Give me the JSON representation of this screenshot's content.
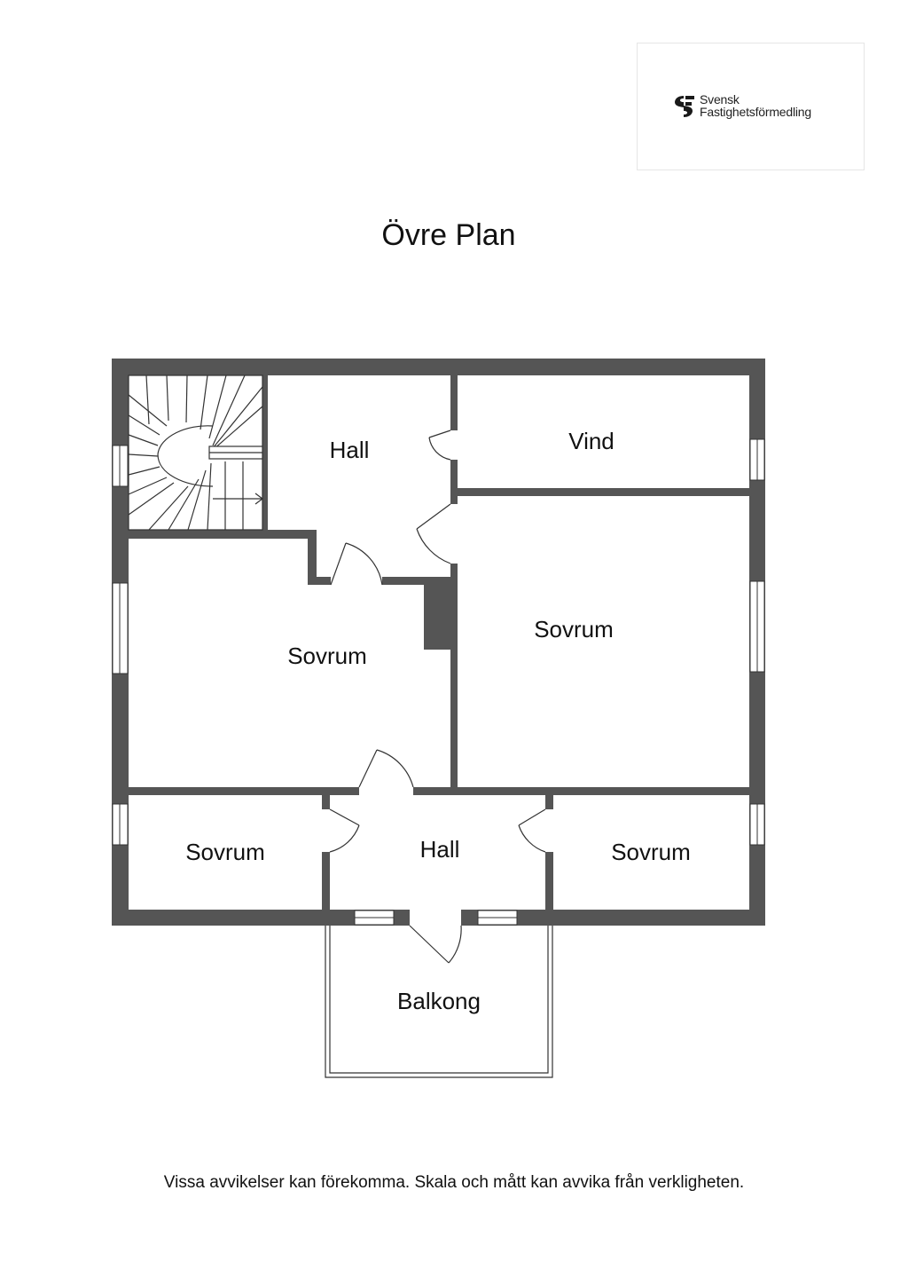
{
  "logo": {
    "line1": "Svensk",
    "line2": "Fastighetsförmedling"
  },
  "plan_title": "Övre Plan",
  "rooms": {
    "hall_upper": "Hall",
    "vind": "Vind",
    "sovrum_left": "Sovrum",
    "sovrum_right": "Sovrum",
    "sovrum_bottom_left": "Sovrum",
    "hall_lower": "Hall",
    "sovrum_bottom_right": "Sovrum",
    "balkong": "Balkong"
  },
  "disclaimer": "Vissa avvikelser kan förekomma. Skala och mått kan avvika från verkligheten.",
  "colors": {
    "wall": "#555555",
    "line": "#333333",
    "text": "#111111"
  }
}
